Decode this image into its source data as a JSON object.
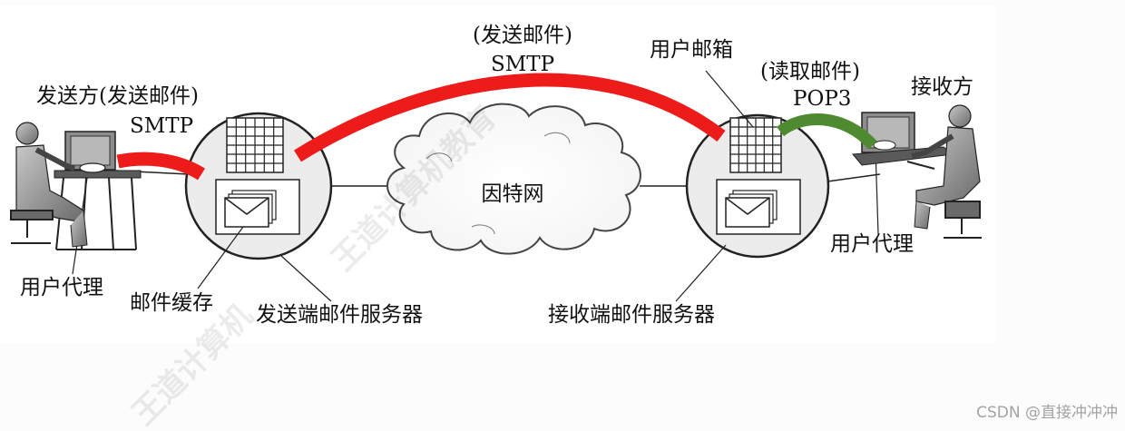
{
  "labels": {
    "sender": "发送方(发送邮件)",
    "sender_protocol": "SMTP",
    "middle_action": "(发送邮件)",
    "middle_protocol": "SMTP",
    "mailbox": "用户邮箱",
    "read_action": "(读取邮件)",
    "read_protocol": "POP3",
    "receiver": "接收方",
    "internet": "因特网",
    "user_agent_left": "用户代理",
    "mail_cache": "邮件缓存",
    "send_server": "发送端邮件服务器",
    "recv_server": "接收端邮件服务器",
    "user_agent_right": "用户代理"
  },
  "watermark": "CSDN @直接冲冲冲",
  "colors": {
    "smtp_link": "#ee1b1b",
    "pop3_link": "#4e8a2f",
    "server_fill": "#ececec"
  }
}
